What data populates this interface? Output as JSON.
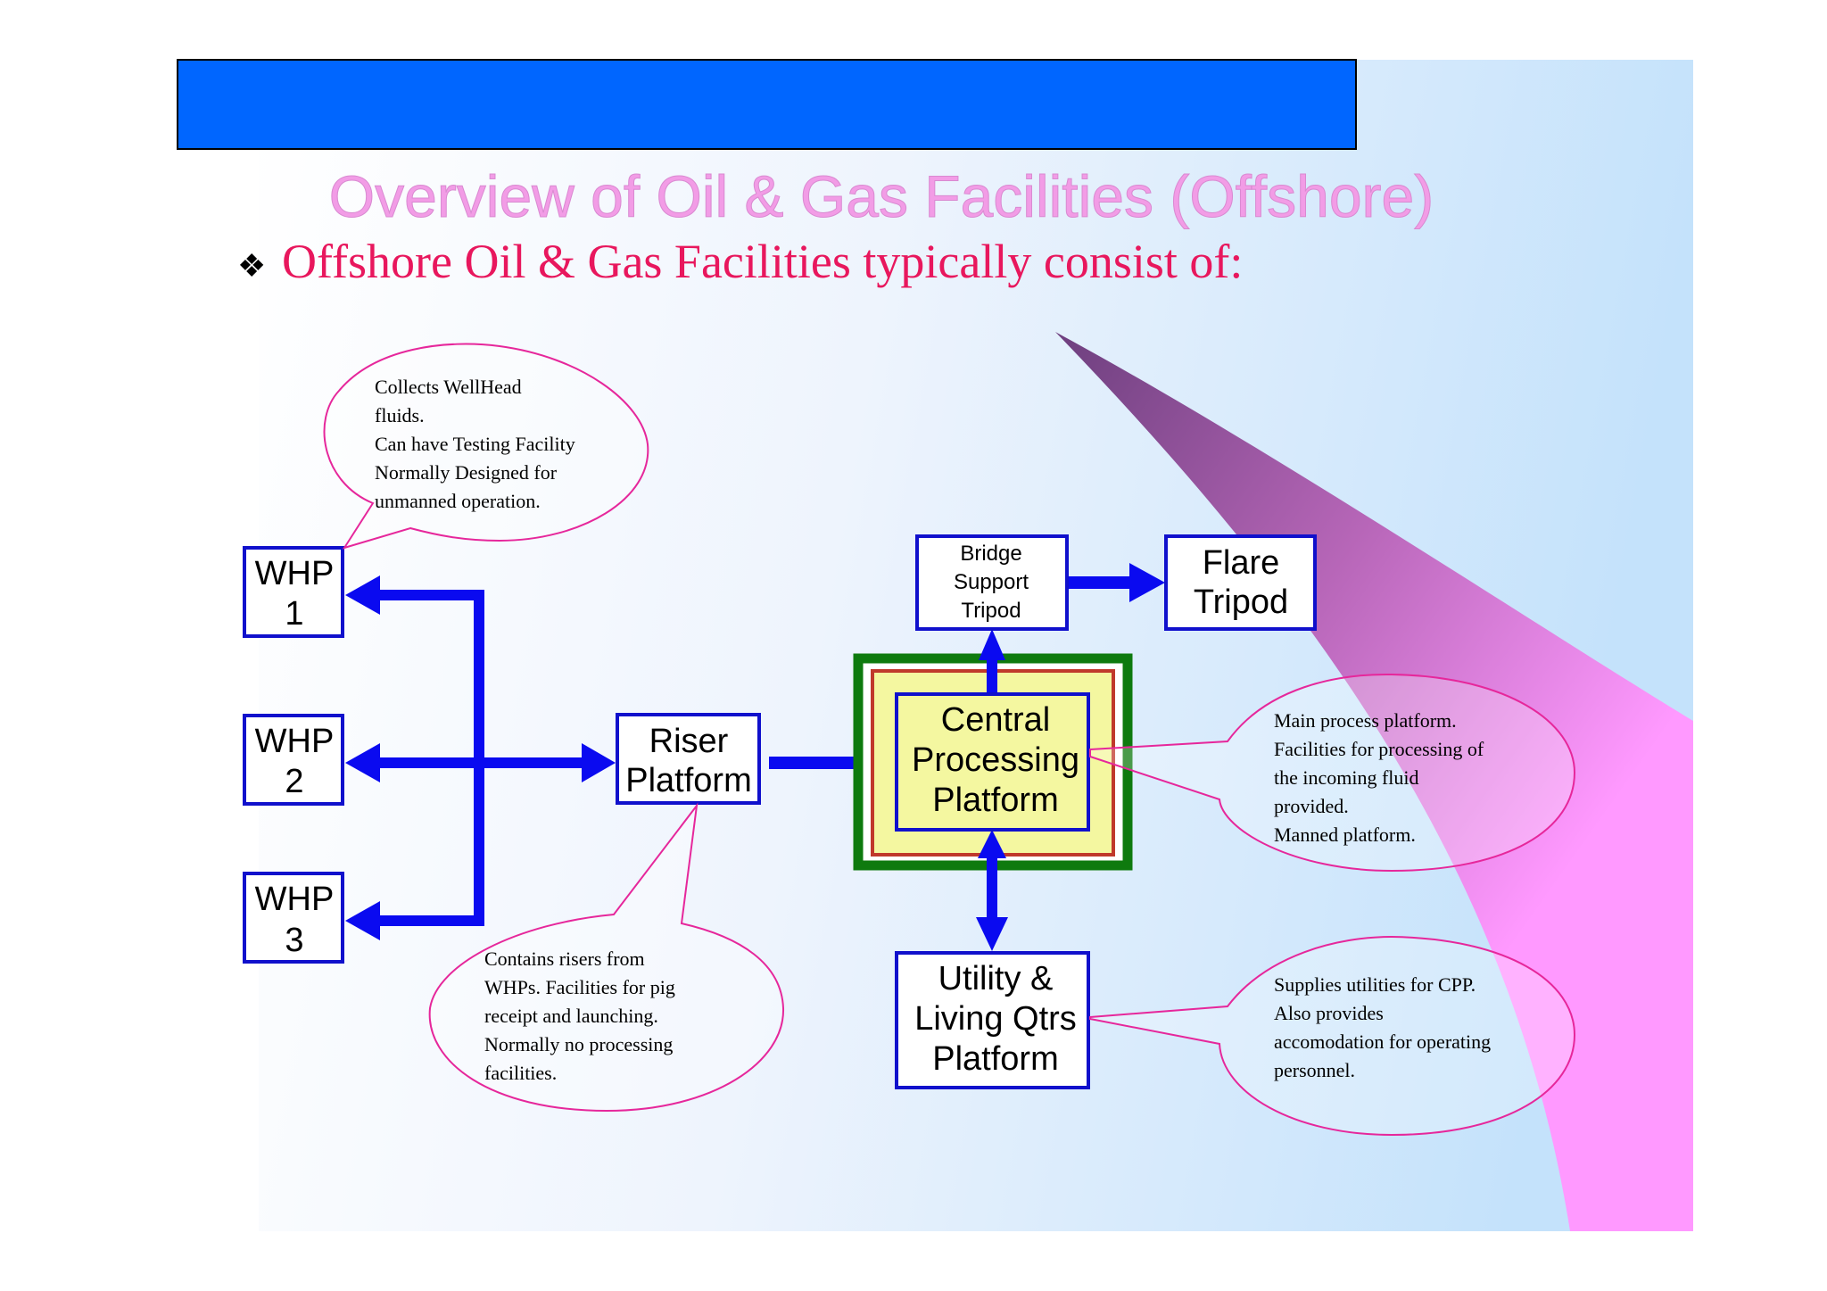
{
  "slide": {
    "title": "Overview of Oil & Gas Facilities (Offshore)",
    "bullet_glyph": "❖",
    "bullet_text": "Offshore Oil & Gas Facilities typically consist of:"
  },
  "colors": {
    "header_bar": "#0066ff",
    "title": "#f29ce6",
    "bullet_text": "#e8175d",
    "node_border": "#1010cc",
    "arrow": "#0a0af0",
    "callout_border": "#e6279b",
    "cpp_fill": "#f4f7a0",
    "cpp_outer": "#0e7a0e",
    "cpp_middle": "#c0392b",
    "swoosh": "#ff99ff"
  },
  "nodes": {
    "whp1": [
      "WHP",
      "1"
    ],
    "whp2": [
      "WHP",
      "2"
    ],
    "whp3": [
      "WHP",
      "3"
    ],
    "riser": [
      "Riser",
      "Platform"
    ],
    "cpp": [
      "Central",
      "Processing",
      "Platform"
    ],
    "bridge": [
      "Bridge",
      "Support",
      "Tripod"
    ],
    "flare": [
      "Flare",
      "Tripod"
    ],
    "utility": [
      "Utility &",
      "Living Qtrs",
      "Platform"
    ]
  },
  "callouts": {
    "whp": [
      "Collects WellHead",
      "fluids.",
      "Can have Testing Facility",
      "Normally Designed for",
      "unmanned operation."
    ],
    "riser": [
      "Contains risers from",
      "WHPs. Facilities for pig",
      "receipt and launching.",
      "Normally no processing",
      "facilities."
    ],
    "cpp": [
      "Main process platform.",
      "Facilities for processing of",
      "the incoming fluid",
      "provided.",
      "Manned platform."
    ],
    "utility": [
      "Supplies utilities for CPP.",
      "Also provides",
      "accomodation for operating",
      "personnel."
    ]
  }
}
